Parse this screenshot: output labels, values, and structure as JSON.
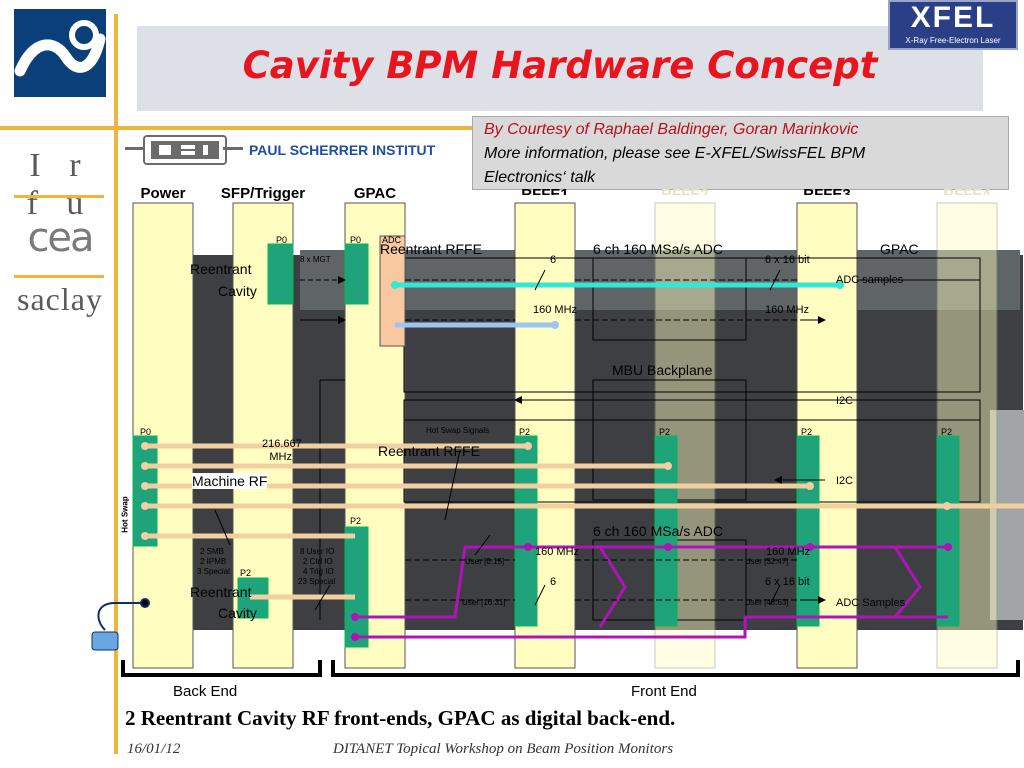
{
  "slide": {
    "title": "Cavity BPM Hardware Concept",
    "xfel_logo": {
      "text": "XFEL",
      "subtitle": "X-Ray Free-Electron Laser"
    },
    "side_logos": {
      "irfu": "I r f u",
      "cea": "cea",
      "saclay": "saclay"
    },
    "psi": {
      "text": "PAUL SCHERRER INSTITUT"
    },
    "courtesy": {
      "line1": "By Courtesy of Raphael Baldinger, Goran Marinkovic",
      "line2": "More information, please see E-XFEL/SwissFEL BPM",
      "line3": "Electronics‘ talk"
    },
    "columns": [
      "Power",
      "SFP/Trigger",
      "GPAC",
      "RFFE1",
      "RFFE2",
      "RFFE3",
      "RFFE4"
    ],
    "labels": {
      "p0": "P0",
      "p2": "P2",
      "adc": "ADC",
      "mgt": "8 x MGT",
      "reentrant_cavity_1": "Reentrant",
      "reentrant_cavity_2": "Cavity",
      "reentrant_rffe": "Reentrant RFFE",
      "adc_ch": "6 ch 160 MSa/s ADC",
      "six": "6",
      "bit16": "6 x 16 bit",
      "gpac": "GPAC",
      "adc_samples": "ADC samples",
      "adc_samples_cap": "ADC Samples",
      "mhz160": "160 MHz",
      "mbu": "MBU Backplane",
      "i2c": "I2C",
      "hot_swap_signals": "Hot Swap Signals",
      "hot_swap": "Hot Swap",
      "freq_216_a": "216.667",
      "freq_216_b": "MHz",
      "machine_rf": "Machine RF",
      "smb": "2 SMB",
      "ipmb": "2 IPMB",
      "special": "3 Special",
      "user_io": "8 User IO",
      "ctrl_io": "2 Ctrl IO",
      "trig_io": "4 Trig IO",
      "special23": "23 Special",
      "user_0_15": "User [0:15]",
      "user_16_31": "User [16:31]",
      "user_32_47": "User [32:47]",
      "user_48_63": "User [48:63]"
    },
    "back_end": "Back End",
    "front_end": "Front End",
    "caption": "2 Reentrant Cavity RF front-ends, GPAC as digital back-end.",
    "date": "16/01/12",
    "event": "DITANET Topical Workshop on Beam Position Monitors",
    "colors": {
      "title_red": "#e8141e",
      "accent_orange": "#f2b33d",
      "module_yellow": "#fffdc0",
      "connector_green": "#1fa37a",
      "adc_orange": "#f8c8a0",
      "cyan_link": "#33e6d6",
      "blue_link": "#9ec4f2",
      "tan_link": "#f2cfa0",
      "purple_link": "#b014b8"
    }
  }
}
